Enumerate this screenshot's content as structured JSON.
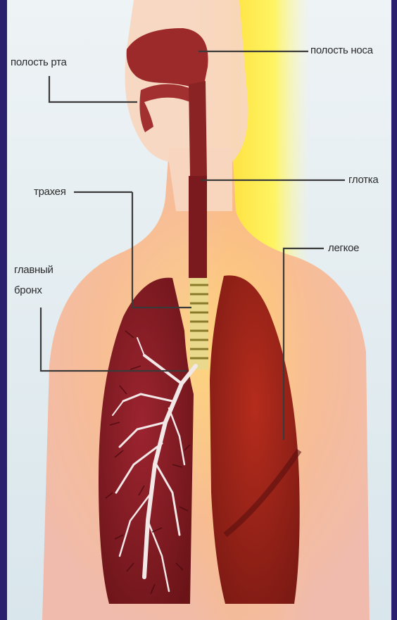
{
  "labels": {
    "mouth": "полость рта",
    "nose": "полость носа",
    "trachea": "трахея",
    "pharynx": "глотка",
    "lung": "легкое",
    "bronchus_line1": "главный",
    "bronchus_line2": "бронх"
  },
  "colors": {
    "frame": "#2a1f6e",
    "background": "#e6eef2",
    "skin": "#f6c7ae",
    "glow": "#fff23a",
    "lung_left": "#8e1e26",
    "lung_right": "#a6251c",
    "trachea": "#7a1a1e",
    "trachea_rings": "#e8d98c",
    "bronchi": "#f0e6e6",
    "leader_lines": "#3a3a3a"
  }
}
